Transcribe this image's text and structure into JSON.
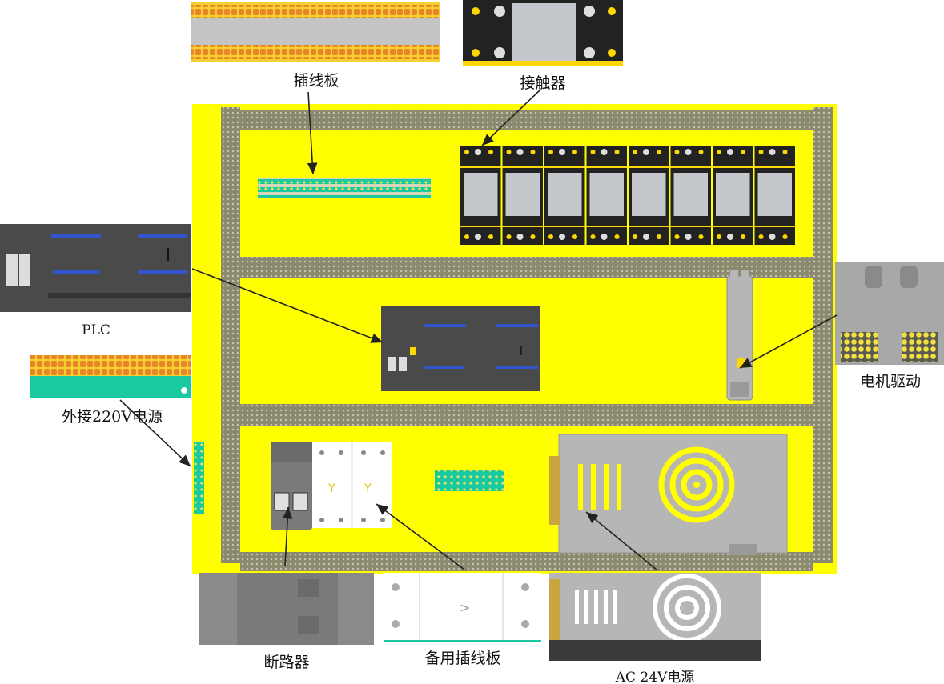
{
  "labels": {
    "terminal_strip": "插线板",
    "contactor": "接触器",
    "plc": "PLC",
    "ext_power": "外接220V电源",
    "motor_drive": "电机驱动",
    "breaker": "断路器",
    "spare_strip": "备用插线板",
    "ac24v": "AC 24V电源"
  },
  "colors": {
    "panel_yellow": "#ffff00",
    "rail_gray": "#8c8a6e",
    "device_dark": "#4a4a4a",
    "device_gray": "#b6b6b6",
    "terminal_orange": "#e8842a",
    "terminal_green": "#19c9a0",
    "plc_blue": "#3355cc"
  },
  "layout": {
    "contactor_count": 8
  }
}
